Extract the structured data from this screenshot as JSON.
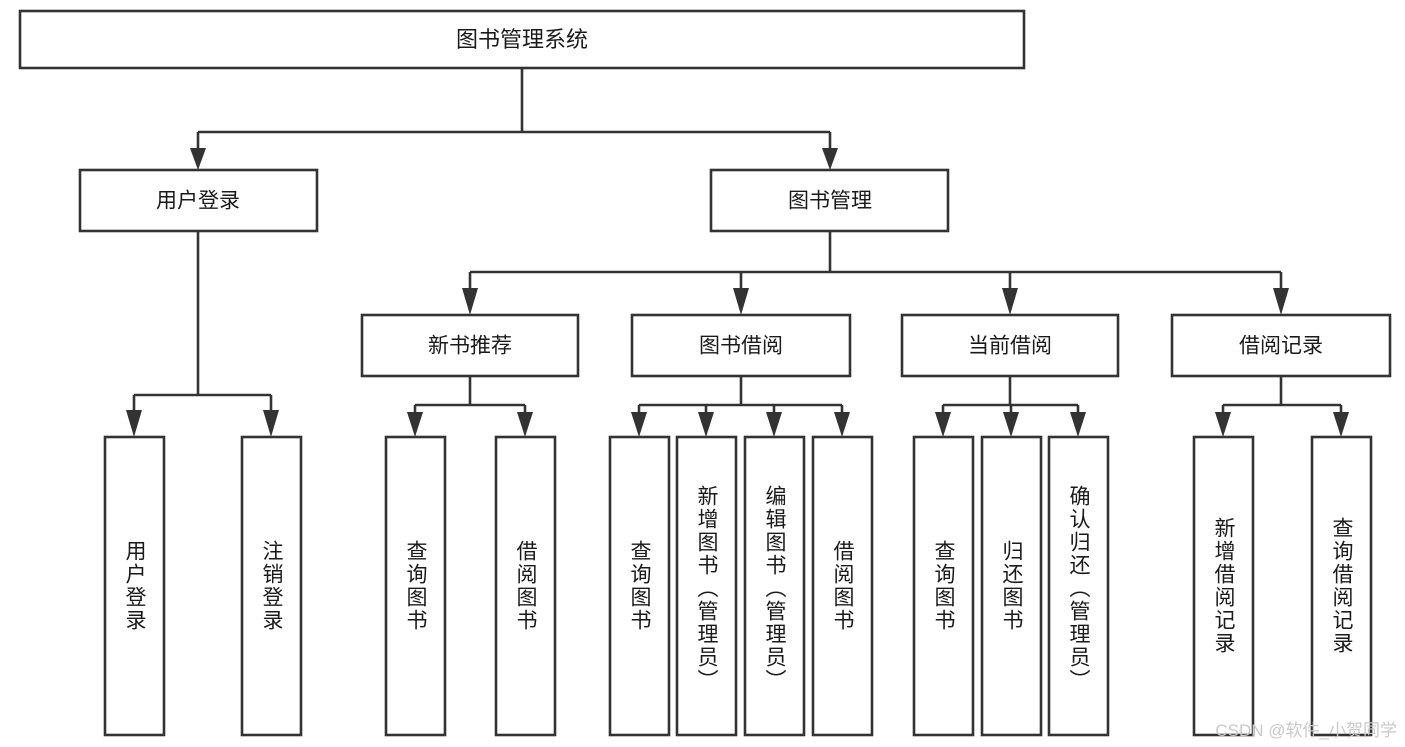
{
  "diagram": {
    "type": "tree-hierarchy-chart",
    "title": "图书管理系统",
    "orientation": "top-down",
    "colors": {
      "box_stroke": "#333333",
      "box_fill": "#ffffff",
      "text": "#1a1a1a",
      "background": "#ffffff",
      "watermark": "#c9c9c9"
    },
    "levels": {
      "level1": [
        "图书管理系统"
      ],
      "level2": [
        "用户登录",
        "图书管理"
      ],
      "level3": [
        "新书推荐",
        "图书借阅",
        "当前借阅",
        "借阅记录"
      ],
      "level4_orientation": "vertical-text"
    }
  },
  "root": {
    "label": "图书管理系统"
  },
  "level2": [
    {
      "label": "用户登录"
    },
    {
      "label": "图书管理"
    }
  ],
  "level3": [
    {
      "label": "新书推荐",
      "parent": "图书管理"
    },
    {
      "label": "图书借阅",
      "parent": "图书管理"
    },
    {
      "label": "当前借阅",
      "parent": "图书管理"
    },
    {
      "label": "借阅记录",
      "parent": "图书管理"
    }
  ],
  "leaves": {
    "user_login": [
      {
        "label": "用户登录"
      },
      {
        "label": "注销登录"
      }
    ],
    "new_book_recommend": [
      {
        "label": "查询图书"
      },
      {
        "label": "借阅图书"
      }
    ],
    "book_borrow": [
      {
        "label": "查询图书"
      },
      {
        "label": "新增图书（管理员）"
      },
      {
        "label": "编辑图书（管理员）"
      },
      {
        "label": "借阅图书"
      }
    ],
    "current_borrow": [
      {
        "label": "查询图书"
      },
      {
        "label": "归还图书"
      },
      {
        "label": "确认归还（管理员）"
      }
    ],
    "borrow_record": [
      {
        "label": "新增借阅记录"
      },
      {
        "label": "查询借阅记录"
      }
    ]
  },
  "watermark": {
    "text": "CSDN @软件_小贺同学"
  }
}
